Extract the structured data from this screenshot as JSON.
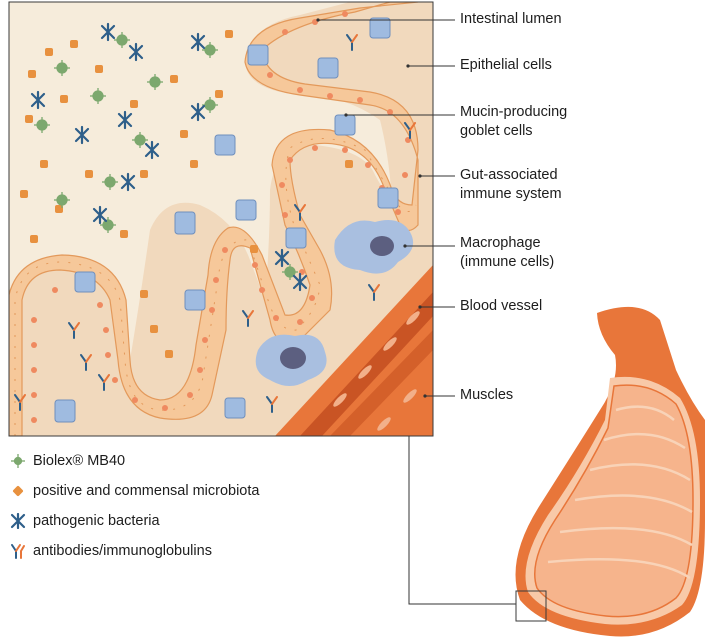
{
  "labels": {
    "intestinal_lumen": "Intestinal lumen",
    "epithelial_cells": "Epithelial cells",
    "goblet_line1": "Mucin-producing",
    "goblet_line2": "goblet cells",
    "galt_line1": "Gut-associated",
    "galt_line2": "immune system",
    "macrophage_line1": "Macrophage",
    "macrophage_line2": "(immune cells)",
    "blood_vessel": "Blood vessel",
    "muscles": "Muscles"
  },
  "legend": [
    {
      "icon": "biolex-icon",
      "text": "Biolex® MB40"
    },
    {
      "icon": "microbiota-icon",
      "text": "positive and commensal microbiota"
    },
    {
      "icon": "pathogen-icon",
      "text": "pathogenic bacteria"
    },
    {
      "icon": "antibody-icon",
      "text": "antibodies/immunoglobulins"
    }
  ],
  "colors": {
    "lumen": "#f6ecdb",
    "epithelial": "#f6c89a",
    "epithelial_stroke": "#e3995b",
    "goblet": "#9fbbe0",
    "muscle": "#e8763a",
    "biolex": "#7ca86e",
    "microbiota": "#e8913f",
    "pathogen": "#2e5f8a",
    "macrophage": "#a9bfe0"
  }
}
